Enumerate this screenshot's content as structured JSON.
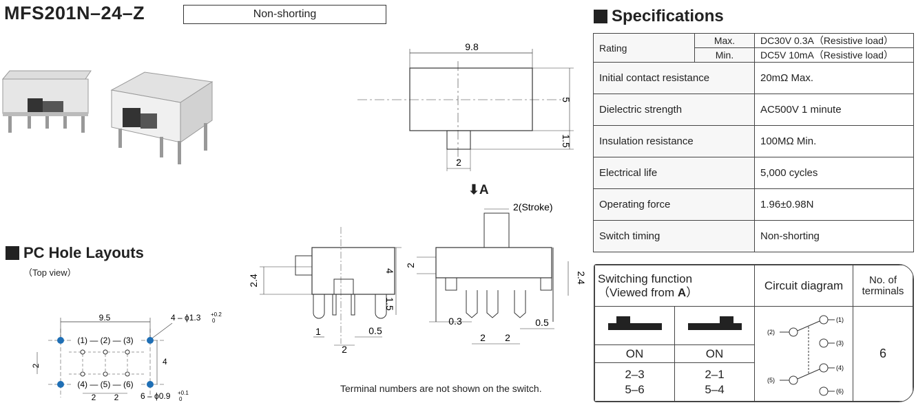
{
  "header": {
    "model": "MFS201N–24–Z",
    "badge": "Non-shorting"
  },
  "specifications": {
    "title": "Specifications",
    "rating_label": "Rating",
    "rating_max_label": "Max.",
    "rating_max_value": "DC30V 0.3A（Resistive load）",
    "rating_min_label": "Min.",
    "rating_min_value": "DC5V 10mA（Resistive load）",
    "rows": [
      {
        "label": "Initial contact resistance",
        "value": "20mΩ Max."
      },
      {
        "label": "Dielectric strength",
        "value": "AC500V 1 minute"
      },
      {
        "label": "Insulation resistance",
        "value": "100MΩ Min."
      },
      {
        "label": "Electrical life",
        "value": "5,000 cycles"
      },
      {
        "label": "Operating force",
        "value": "1.96±0.98N"
      },
      {
        "label": "Switch timing",
        "value": "Non-shorting"
      }
    ]
  },
  "switching": {
    "header_function_line1": "Switching function",
    "header_function_line2": "（Viewed from ",
    "header_function_bold": "A",
    "header_function_close": "）",
    "header_circuit": "Circuit diagram",
    "header_terminals_line1": "No. of",
    "header_terminals_line2": "terminals",
    "pos1_state": "ON",
    "pos2_state": "ON",
    "pos1_line1": "2–3",
    "pos1_line2": "5–6",
    "pos2_line1": "2–1",
    "pos2_line2": "5–4",
    "terminals": "6",
    "circuit_labels": [
      "(1)",
      "(2)",
      "(3)",
      "(4)",
      "(5)",
      "(6)"
    ]
  },
  "pc_hole": {
    "title": "PC Hole Layouts",
    "subtitle": "（Top view）",
    "dim_width": "9.5",
    "dim_height_left": "2",
    "dim_height_right": "4",
    "dim_pitch_a": "2",
    "dim_pitch_b": "2",
    "hole_large": "4 – ϕ1.3",
    "hole_large_tol_top": "+0.2",
    "hole_large_tol_bot": "0",
    "hole_small": "6 – ϕ0.9",
    "hole_small_tol_top": "+0.1",
    "hole_small_tol_bot": "0",
    "row_top": "(1) — (2) — (3)",
    "row_bottom": "(4) — (5) — (6)"
  },
  "drawing": {
    "top_width": "9.8",
    "top_height": "5",
    "top_knob": "1.5",
    "top_knob_w": "2",
    "view_label": "A",
    "stroke": "2(Stroke)",
    "left_h1": "2.4",
    "left_h2": "4",
    "left_h3": "1.5",
    "left_w1": "1",
    "left_w2": "2",
    "left_w3": "0.5",
    "right_h1": "2",
    "right_h2": "2.4",
    "right_w1": "0.3",
    "right_w2": "2",
    "right_w3": "2",
    "right_w4": "0.5"
  },
  "note": "Terminal numbers are not shown on the switch."
}
